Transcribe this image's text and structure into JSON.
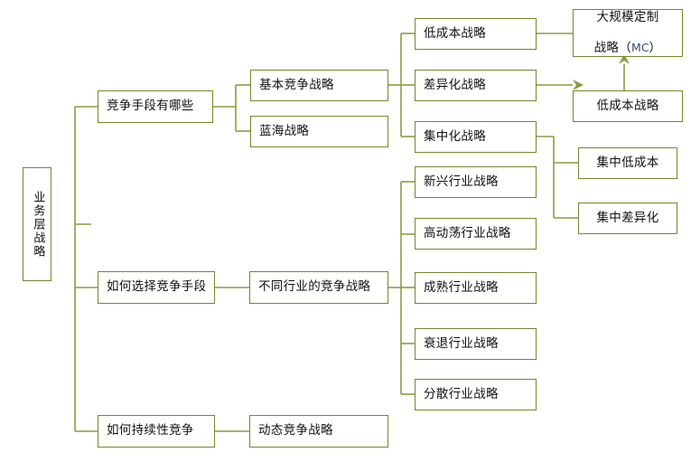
{
  "diagram": {
    "title": "业务层战略",
    "type": "tree-mindmap",
    "colors": {
      "box_border": "#76862f",
      "connector": "#8a9b45",
      "connector_light": "#b3bf86",
      "text": "#101010",
      "accent_mc": "#3b4a6b",
      "background": "#ffffff"
    },
    "nodes": {
      "root": {
        "label": "业务层战略",
        "orientation": "vertical"
      },
      "l1": [
        {
          "id": "n_means",
          "label": "竞争手段有哪些"
        },
        {
          "id": "n_choose",
          "label": "如何选择竞争手段"
        },
        {
          "id": "n_sustain",
          "label": "如何持续性竞争"
        }
      ],
      "l2": [
        {
          "id": "n_basic",
          "label": "基本竞争战略"
        },
        {
          "id": "n_blue",
          "label": "蓝海战略"
        },
        {
          "id": "n_industry",
          "label": "不同行业的竞争战略"
        },
        {
          "id": "n_dynamic",
          "label": "动态竞争战略"
        }
      ],
      "l3_basic": [
        {
          "id": "n_lowcost",
          "label": "低成本战略"
        },
        {
          "id": "n_diff",
          "label": "差异化战略"
        },
        {
          "id": "n_focus",
          "label": "集中化战略"
        }
      ],
      "l3_industry": [
        {
          "id": "n_emerging",
          "label": "新兴行业战略"
        },
        {
          "id": "n_turbulent",
          "label": "高动荡行业战略"
        },
        {
          "id": "n_mature",
          "label": "成熟行业战略"
        },
        {
          "id": "n_decline",
          "label": "衰退行业战略"
        },
        {
          "id": "n_fragmented",
          "label": "分散行业战略"
        }
      ],
      "l4": [
        {
          "id": "n_mc",
          "label_line1": "大规模定制",
          "label_line2": "战略（",
          "label_mc": "MC",
          "label_line3": "）"
        },
        {
          "id": "n_lowcost2",
          "label": "低成本战略"
        },
        {
          "id": "n_focus_lowcost",
          "label": "集中低成本"
        },
        {
          "id": "n_focus_diff",
          "label": "集中差异化"
        }
      ]
    }
  }
}
